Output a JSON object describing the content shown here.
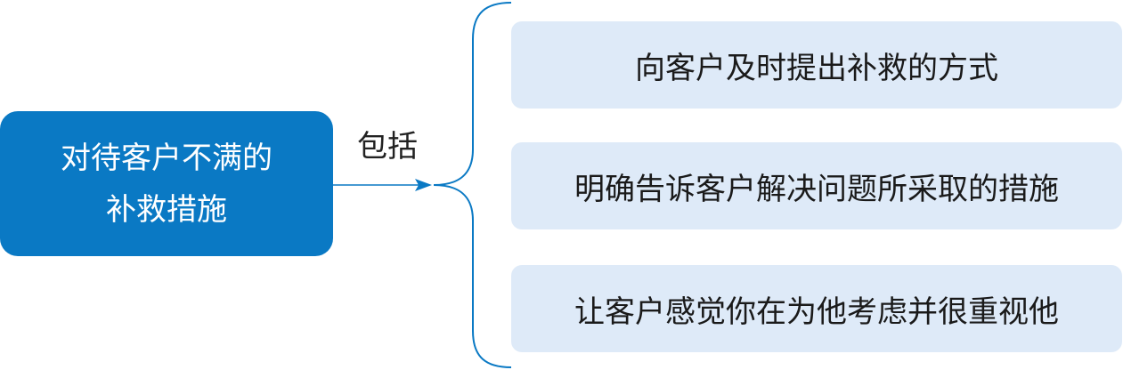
{
  "root": {
    "line1": "对待客户不满的",
    "line2": "补救措施"
  },
  "relation": "包括",
  "children": [
    {
      "label": "向客户及时提出补救的方式"
    },
    {
      "label": "明确告诉客户解决问题所采取的措施"
    },
    {
      "label": "让客户感觉你在为他考虑并很重视他"
    }
  ],
  "colors": {
    "root_fill": "#0a79c4",
    "child_fill": "#deeaf8",
    "connector": "#0a79c4"
  }
}
